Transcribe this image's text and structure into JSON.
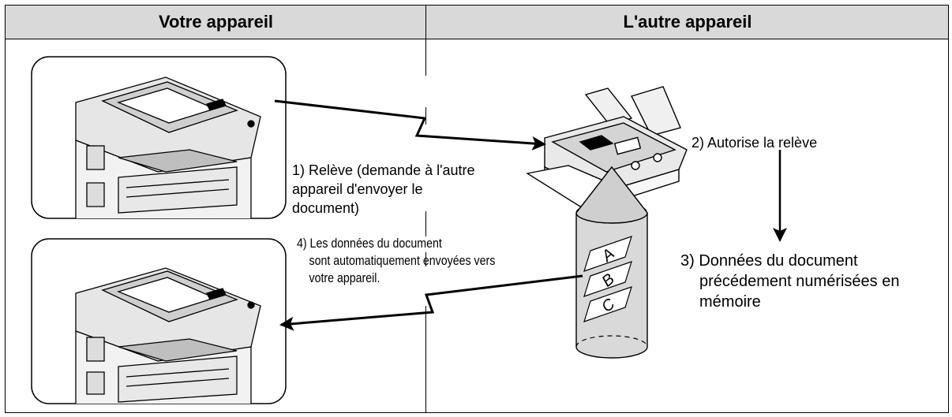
{
  "header": {
    "left_title": "Votre appareil",
    "right_title": "L'autre appareil"
  },
  "steps": {
    "step1": [
      "1) Relève (demande à l'autre",
      "appareil d'envoyer le",
      "document)"
    ],
    "step2": [
      "2) Autorise la relève"
    ],
    "step3": [
      "3) Données du document",
      "précédement numérisées en",
      "mémoire"
    ],
    "step4": [
      "4) Les données du document",
      "sont automatiquement envoyées vers",
      "votre appareil."
    ]
  },
  "memory_letters": [
    "A",
    "B",
    "C"
  ],
  "icons": {
    "copier_top": "multifunction-copier-icon",
    "copier_bottom": "multifunction-copier-icon",
    "fax": "fax-machine-icon",
    "memory": "memory-cylinder-icon"
  }
}
